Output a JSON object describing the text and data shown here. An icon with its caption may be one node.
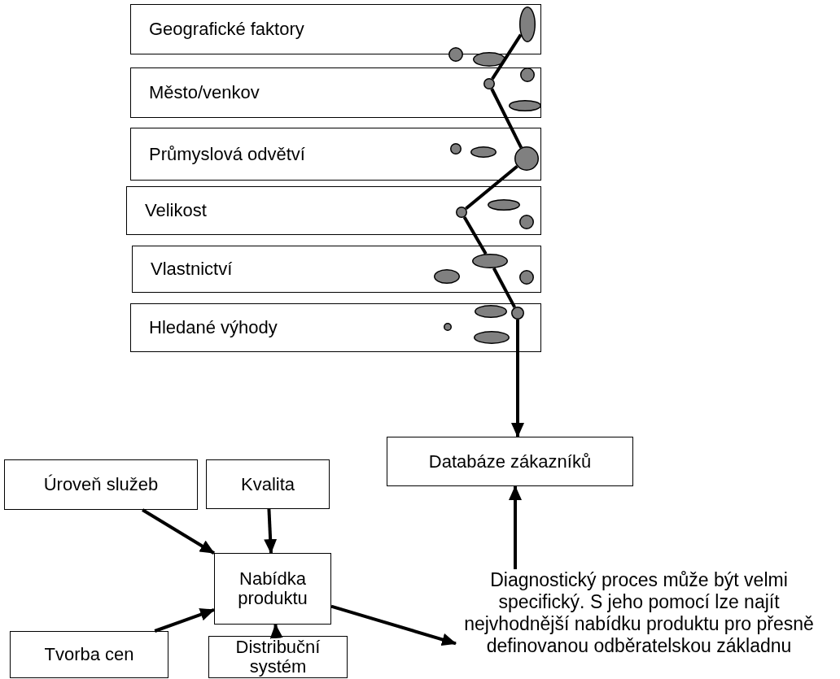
{
  "diagram": {
    "nodes": [
      {
        "text": [
          "Geografické faktory"
        ]
      },
      {
        "text": [
          "Město/venkov"
        ]
      },
      {
        "text": [
          "Průmyslová odvětví"
        ]
      },
      {
        "text": [
          "Velikost"
        ]
      },
      {
        "text": [
          "Vlastnictví"
        ]
      },
      {
        "text": [
          "Hledané výhody"
        ]
      },
      {
        "text": [],
        "shape": "ellipse",
        "in": 0
      },
      {
        "text": [],
        "shape": "circle"
      },
      {
        "text": [],
        "shape": "ellipse"
      },
      {
        "text": [],
        "shape": "circle",
        "in": 1
      },
      {
        "text": [],
        "shape": "circle",
        "in": 1
      },
      {
        "text": [],
        "shape": "ellipse",
        "in": 1
      },
      {
        "text": [],
        "shape": "circle",
        "in": 2
      },
      {
        "text": [],
        "shape": "ellipse",
        "in": 2
      },
      {
        "text": [],
        "shape": "circle",
        "in": 2
      },
      {
        "text": [],
        "shape": "circle",
        "in": 3
      },
      {
        "text": [],
        "shape": "ellipse",
        "in": 3
      },
      {
        "text": [],
        "shape": "circle",
        "in": 3
      },
      {
        "text": [],
        "shape": "ellipse",
        "in": 4
      },
      {
        "text": [],
        "shape": "ellipse",
        "in": 4
      },
      {
        "text": [],
        "shape": "circle",
        "in": 4
      },
      {
        "text": [],
        "shape": "ellipse",
        "in": 5
      },
      {
        "text": [],
        "shape": "circle",
        "in": 5
      },
      {
        "text": [],
        "shape": "circle",
        "in": 5
      },
      {
        "text": [],
        "shape": "ellipse",
        "in": 5
      },
      {
        "text": [
          "Databáze zákazníků"
        ]
      },
      {
        "text": [
          "Úroveň služeb"
        ]
      },
      {
        "text": [
          "Kvalita"
        ]
      },
      {
        "text": [
          "Nabídka produktu"
        ]
      },
      {
        "text": [
          "Tvorba cen"
        ]
      },
      {
        "text": [
          "Distribuční systém"
        ]
      },
      {
        "text": [
          "Diagnostický proces může být velmi specifický. S jeho pomocí lze najít nejvhodnější nabídku produktu pro přesně definovanou odběratelskou základnu"
        ]
      }
    ],
    "edges": [
      {
        "from": 6,
        "to": 9,
        "arrow": "none"
      },
      {
        "from": 9,
        "to": 14,
        "arrow": "none"
      },
      {
        "from": 14,
        "to": 15,
        "arrow": "none"
      },
      {
        "from": 15,
        "to": 19,
        "arrow": "none"
      },
      {
        "from": 19,
        "to": 22,
        "arrow": "none"
      },
      {
        "from": 22,
        "to": 25,
        "arrow": "to"
      },
      {
        "from": 26,
        "to": 28,
        "arrow": "to"
      },
      {
        "from": 27,
        "to": 28,
        "arrow": "to"
      },
      {
        "from": 29,
        "to": 28,
        "arrow": "to"
      },
      {
        "from": 30,
        "to": 28,
        "arrow": "to"
      },
      {
        "from": 28,
        "to": 31,
        "arrow": "to"
      },
      {
        "from": 31,
        "to": 25,
        "arrow": "to"
      }
    ]
  }
}
